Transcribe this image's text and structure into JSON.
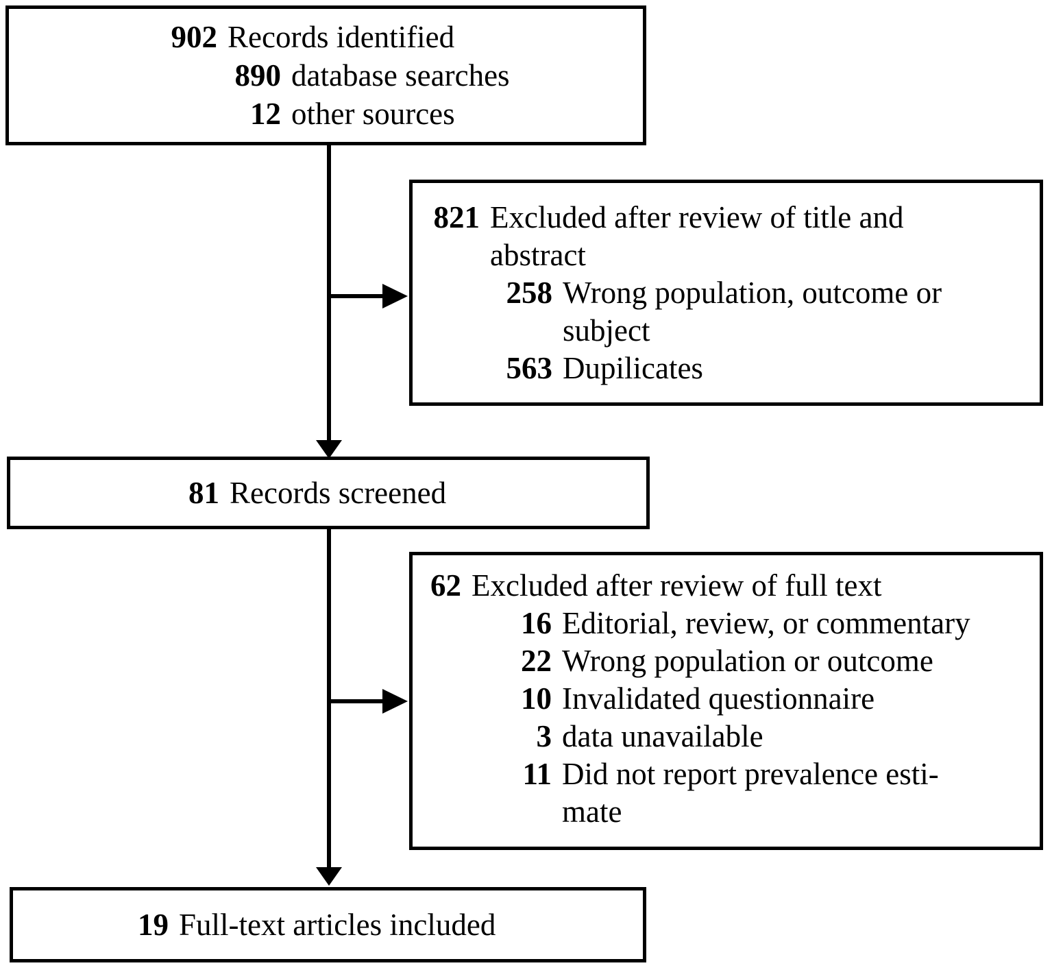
{
  "colors": {
    "background": "#ffffff",
    "border": "#000000",
    "text": "#000000",
    "arrow": "#000000"
  },
  "boxes": {
    "identified": {
      "lines": [
        {
          "num": "902",
          "text": "Records identified"
        },
        {
          "num": "890",
          "text": "database searches"
        },
        {
          "num": "12",
          "text": "other sources"
        }
      ]
    },
    "excluded_title_abstract": {
      "lines": [
        {
          "num": "821",
          "text": "Excluded after review of title and\nabstract"
        },
        {
          "num": "258",
          "text": "Wrong population, outcome or\nsubject"
        },
        {
          "num": "563",
          "text": "Dupilicates"
        }
      ]
    },
    "screened": {
      "lines": [
        {
          "num": "81",
          "text": "Records screened"
        }
      ]
    },
    "excluded_full_text": {
      "lines": [
        {
          "num": "62",
          "text": "Excluded after review of full text"
        },
        {
          "num": "16",
          "text": "Editorial, review, or commentary"
        },
        {
          "num": "22",
          "text": "Wrong population or outcome"
        },
        {
          "num": "10",
          "text": "Invalidated questionnaire"
        },
        {
          "num": "3",
          "text": "data unavailable"
        },
        {
          "num": "11",
          "text": "Did not report prevalence esti-\nmate"
        }
      ]
    },
    "included": {
      "lines": [
        {
          "num": "19",
          "text": "Full-text articles included"
        }
      ]
    }
  }
}
